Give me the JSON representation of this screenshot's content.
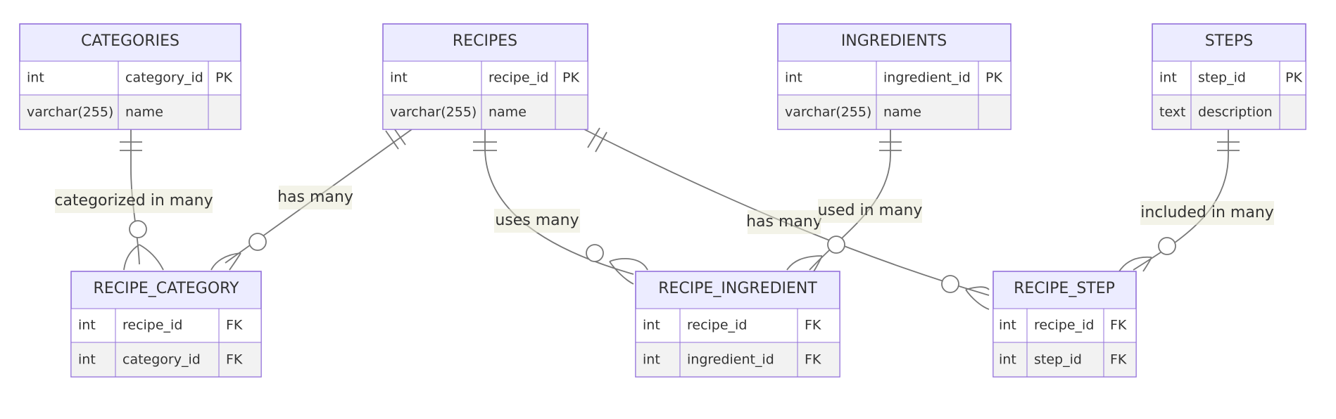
{
  "entities": {
    "categories": {
      "title": "CATEGORIES",
      "rows": [
        {
          "type": "int",
          "name": "category_id",
          "key": "PK"
        },
        {
          "type": "varchar(255)",
          "name": "name",
          "key": ""
        }
      ]
    },
    "recipes": {
      "title": "RECIPES",
      "rows": [
        {
          "type": "int",
          "name": "recipe_id",
          "key": "PK"
        },
        {
          "type": "varchar(255)",
          "name": "name",
          "key": ""
        }
      ]
    },
    "ingredients": {
      "title": "INGREDIENTS",
      "rows": [
        {
          "type": "int",
          "name": "ingredient_id",
          "key": "PK"
        },
        {
          "type": "varchar(255)",
          "name": "name",
          "key": ""
        }
      ]
    },
    "steps": {
      "title": "STEPS",
      "rows": [
        {
          "type": "int",
          "name": "step_id",
          "key": "PK"
        },
        {
          "type": "text",
          "name": "description",
          "key": ""
        }
      ]
    },
    "recipe_category": {
      "title": "RECIPE_CATEGORY",
      "rows": [
        {
          "type": "int",
          "name": "recipe_id",
          "key": "FK"
        },
        {
          "type": "int",
          "name": "category_id",
          "key": "FK"
        }
      ]
    },
    "recipe_ingredient": {
      "title": "RECIPE_INGREDIENT",
      "rows": [
        {
          "type": "int",
          "name": "recipe_id",
          "key": "FK"
        },
        {
          "type": "int",
          "name": "ingredient_id",
          "key": "FK"
        }
      ]
    },
    "recipe_step": {
      "title": "RECIPE_STEP",
      "rows": [
        {
          "type": "int",
          "name": "recipe_id",
          "key": "FK"
        },
        {
          "type": "int",
          "name": "step_id",
          "key": "FK"
        }
      ]
    }
  },
  "relationships": {
    "categories_recipe_category": "categorized in many",
    "recipes_recipe_category": "has many",
    "recipes_recipe_ingredient": "uses many",
    "recipes_recipe_step": "has many",
    "ingredients_recipe_ingredient": "used in many",
    "steps_recipe_step": "included in many"
  },
  "colors": {
    "entity_fill": "#ececff",
    "entity_border": "#9370db",
    "row_even_fill": "#f2f2f2",
    "line": "#777777",
    "text": "#333333"
  }
}
